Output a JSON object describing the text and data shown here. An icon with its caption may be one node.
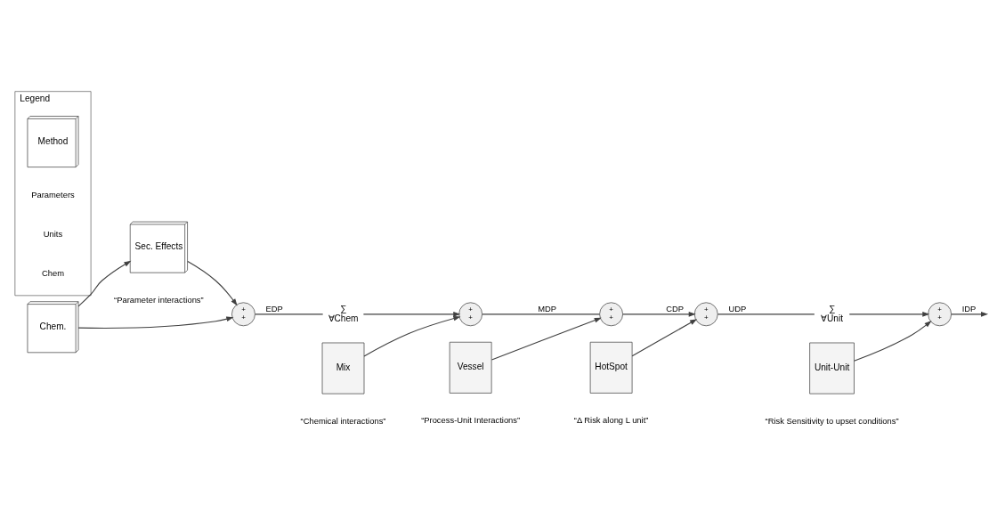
{
  "diagram": {
    "nodes": [
      {
        "text": [
          "Chem."
        ]
      },
      {
        "text": [
          "Sec. Effects"
        ],
        "beside": [
          "“Parameter interactions”"
        ]
      },
      {
        "text": [
          "+",
          "+"
        ]
      },
      {
        "text": [
          "∑",
          "∀Chem"
        ]
      },
      {
        "text": [
          "+",
          "+"
        ]
      },
      {
        "text": [
          "Mix"
        ],
        "beside": [
          "“Chemical interactions”"
        ]
      },
      {
        "text": [
          "+",
          "+"
        ]
      },
      {
        "text": [
          "Vessel"
        ],
        "beside": [
          "“Process-Unit Interactions”"
        ]
      },
      {
        "text": [
          "+",
          "+"
        ]
      },
      {
        "text": [
          "HotSpot"
        ],
        "beside": [
          "“Δ Risk along L unit”"
        ]
      },
      {
        "text": [
          "∑",
          "∀Unit"
        ]
      },
      {
        "text": [
          "+",
          "+"
        ]
      },
      {
        "text": [
          "Unit-Unit"
        ],
        "beside": [
          "“Risk Sensitivity to upset conditions”"
        ]
      },
      {
        "text": [
          "Legend"
        ]
      },
      {
        "text": [
          "Method"
        ],
        "in": 13,
        "beside": [
          "Parameters",
          "Units",
          "Chem"
        ]
      }
    ],
    "edges": [
      {
        "from": 0,
        "to": 2,
        "arrow": "to"
      },
      {
        "from": 0,
        "to": 1,
        "arrow": "to"
      },
      {
        "from": 1,
        "to": 2,
        "arrow": "to"
      },
      {
        "from": 2,
        "to": 3,
        "arrow": "none",
        "label": "EDP"
      },
      {
        "from": 3,
        "to": 4,
        "arrow": "to"
      },
      {
        "from": 5,
        "to": 4,
        "arrow": "to"
      },
      {
        "from": 4,
        "to": 6,
        "arrow": "none",
        "label": "MDP"
      },
      {
        "from": 7,
        "to": 6,
        "arrow": "to"
      },
      {
        "from": 6,
        "to": 8,
        "arrow": "to",
        "label": "CDP"
      },
      {
        "from": 9,
        "to": 8,
        "arrow": "to"
      },
      {
        "from": 8,
        "to": 10,
        "arrow": "none",
        "label": "UDP"
      },
      {
        "from": 10,
        "to": 11,
        "arrow": "to"
      },
      {
        "from": 12,
        "to": 11,
        "arrow": "to"
      },
      {
        "from": 11,
        "to": null,
        "arrow": "to",
        "label": "IDP"
      }
    ]
  }
}
